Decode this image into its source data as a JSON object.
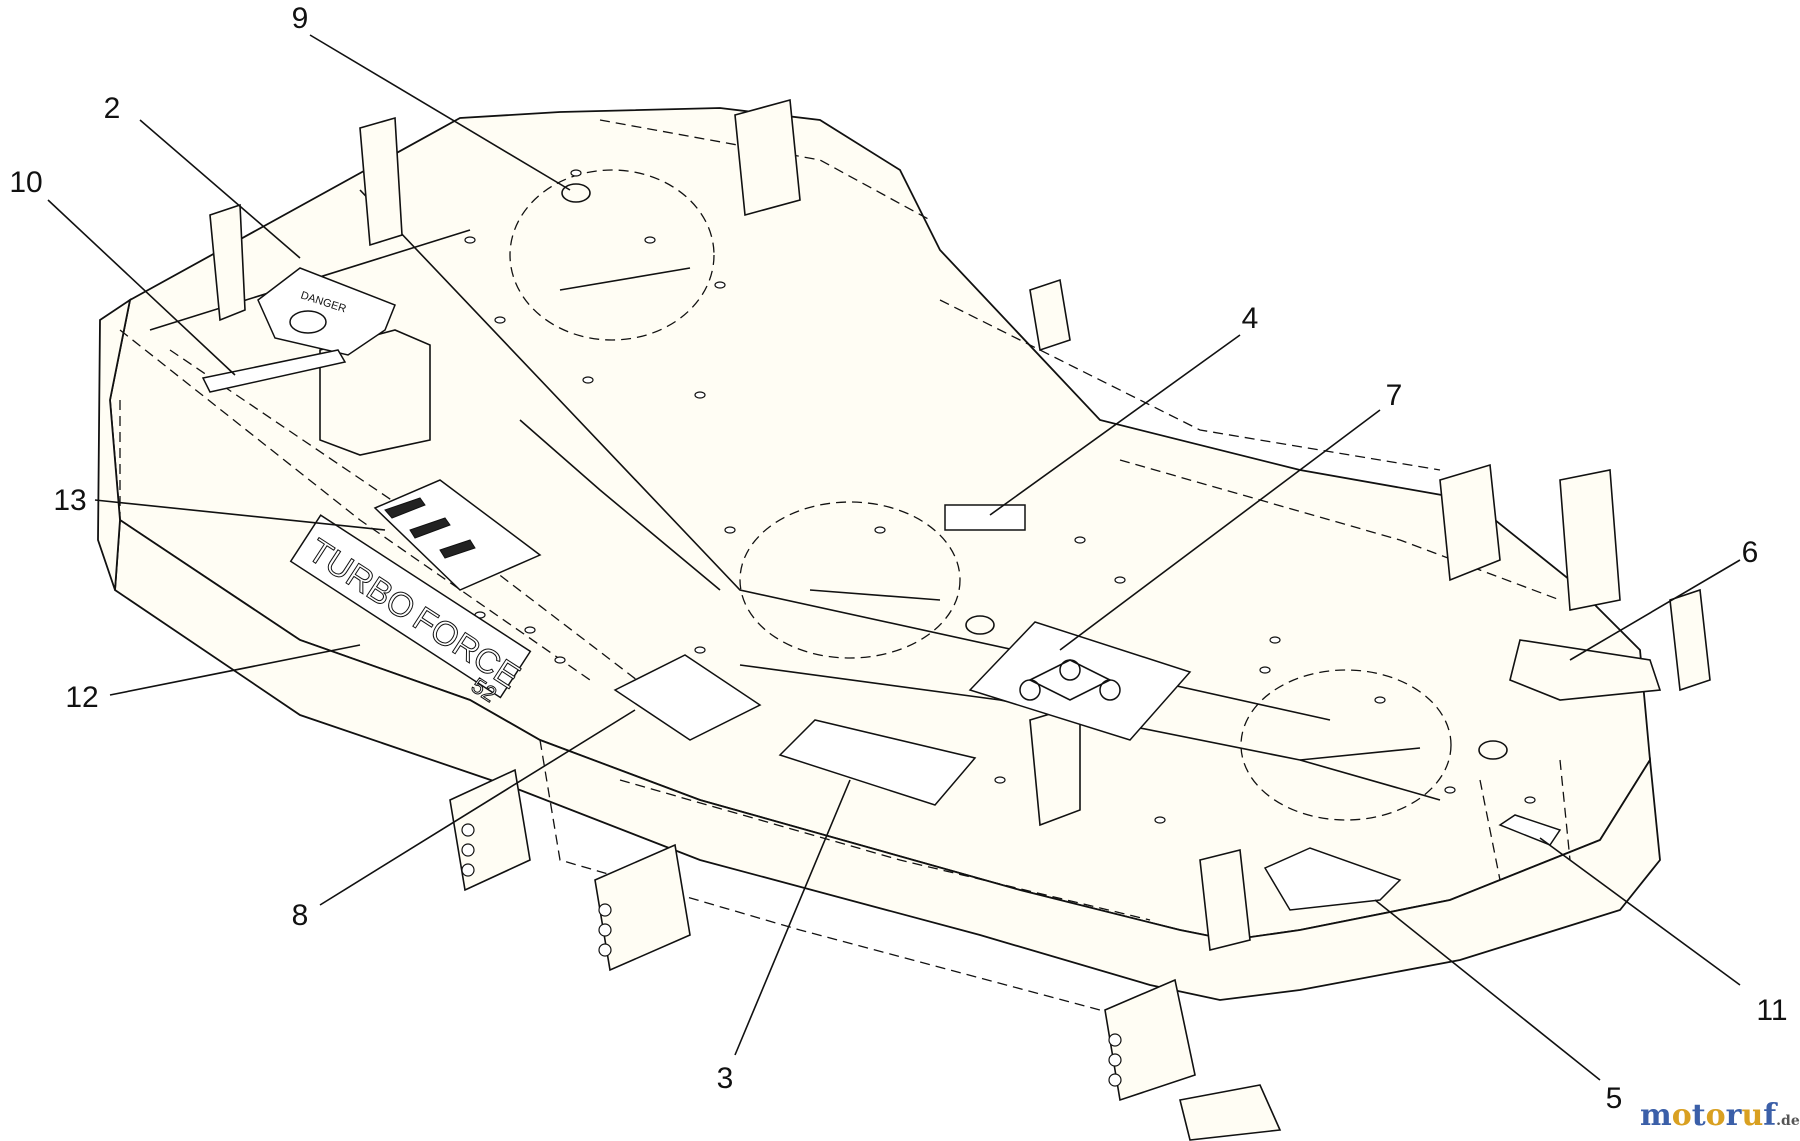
{
  "diagram": {
    "callouts": [
      {
        "id": "1",
        "label": "2"
      },
      {
        "id": "2",
        "label": "3"
      },
      {
        "id": "3",
        "label": "4"
      },
      {
        "id": "4",
        "label": "5"
      },
      {
        "id": "5",
        "label": "6"
      },
      {
        "id": "6",
        "label": "7"
      },
      {
        "id": "7",
        "label": "8"
      },
      {
        "id": "8",
        "label": "9"
      },
      {
        "id": "9",
        "label": "10"
      },
      {
        "id": "10",
        "label": "11"
      },
      {
        "id": "11",
        "label": "12"
      },
      {
        "id": "12",
        "label": "13"
      }
    ],
    "embossed_text": {
      "brand_left": "TURBO",
      "brand_right": "FORCE",
      "size": "52"
    },
    "decal_text": {
      "danger": "DANGER"
    }
  },
  "watermark": {
    "text": "motoruf",
    "suffix": ".de",
    "colors": [
      "#3b5fa8",
      "#d9a021",
      "#3b5fa8",
      "#d9a021",
      "#3b5fa8",
      "#d9a021",
      "#3b5fa8"
    ]
  }
}
